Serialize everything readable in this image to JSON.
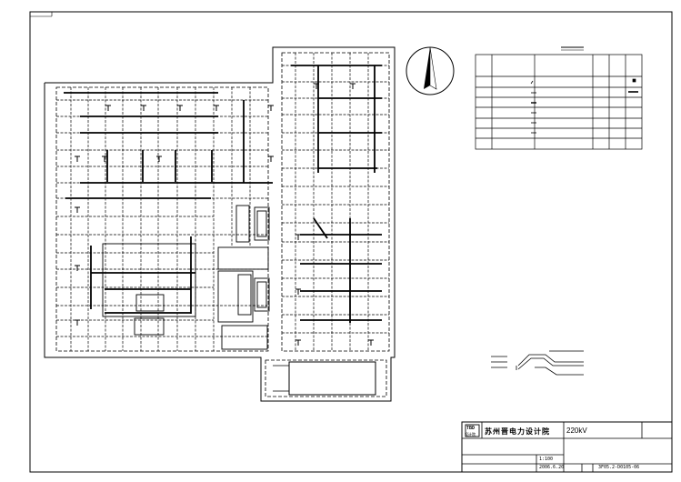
{
  "drawing": {
    "type": "electrical-grounding-plan",
    "colors": {
      "line": "#000000",
      "paper": "#ffffff"
    },
    "north_arrow": {
      "icon": "north-arrow-icon"
    }
  },
  "title_block": {
    "logo_text": "TBD",
    "logo_sub": "设计院",
    "company": "苏州晋电力设计院",
    "project_voltage": "220kV",
    "scale_label": "1:100",
    "date_label": "2006.6.20",
    "drawing_number": "3F05.2-D0105-06"
  }
}
